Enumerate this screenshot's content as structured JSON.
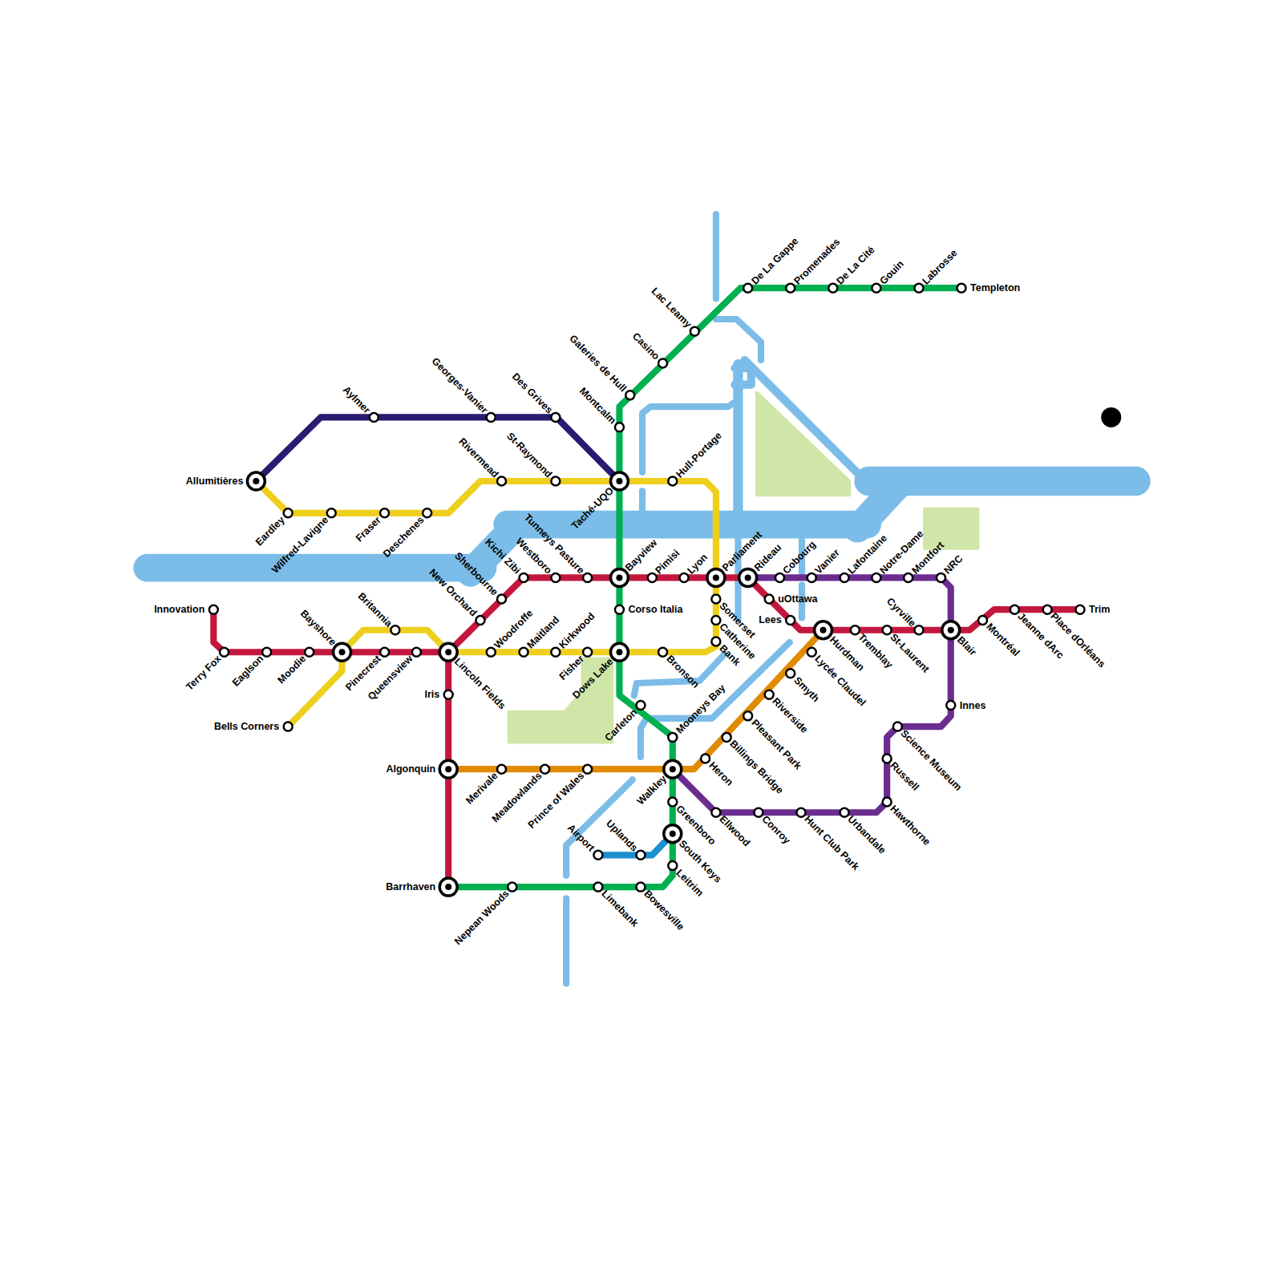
{
  "diagram": {
    "labels": [
      "Allumitières",
      "Aylmer",
      "Georges-Vanier",
      "Des Grives",
      "Eardley",
      "Wilfred-Lavigne",
      "Fraser",
      "Deschenes",
      "Rivermead",
      "St-Raymond",
      "Taché-UQO",
      "Hull-Portage",
      "Montcalm",
      "Galeries de Hull",
      "Casino",
      "Lac Leamy",
      "De La Gappe",
      "Promenades",
      "De La Cité",
      "Gouin",
      "Labrosse",
      "Templeton",
      "Innovation",
      "Terry Fox",
      "Eaglson",
      "Moodie",
      "Bayshore",
      "Britannia",
      "Pinecrest",
      "Queensview",
      "Bells Corners",
      "Lincoln Fields",
      "New Orchard",
      "Sherbourne",
      "Kichi Zibi",
      "Westboro",
      "Tunneys Pasture",
      "Bayview",
      "Pimisi",
      "Lyon",
      "Parliament",
      "Rideau",
      "uOttawa",
      "Lees",
      "Cobourg",
      "Vanier",
      "Lafontaine",
      "Notre-Dame",
      "Montfort",
      "NRC",
      "Somerset",
      "Catherine",
      "Bank",
      "Corso Italia",
      "Woodroffe",
      "Maitland",
      "Kirkwood",
      "Fisher",
      "Dows Lake",
      "Bronson",
      "Hurdman",
      "Tremblay",
      "St-Laurent",
      "Cyrville",
      "Blair",
      "Montréal",
      "Jeanne dArc",
      "Place dOrléans",
      "Trim",
      "Innes",
      "Science Museum",
      "Russell",
      "Hawthorne",
      "Urbandale",
      "Hunt Club Park",
      "Conroy",
      "Ellwood",
      "Lycée Claudel",
      "Smyth",
      "Riverside",
      "Pleasant Park",
      "Billings Bridge",
      "Heron",
      "Iris",
      "Algonquin",
      "Merivale",
      "Meadowlands",
      "Prince of Wales",
      "Carleton",
      "Mooneys Bay",
      "Walkley",
      "Greenboro",
      "South Keys",
      "Leitrim",
      "Uplands",
      "Airport",
      "Barrhaven",
      "Nepean Woods",
      "Limebank",
      "Bowesville"
    ]
  }
}
